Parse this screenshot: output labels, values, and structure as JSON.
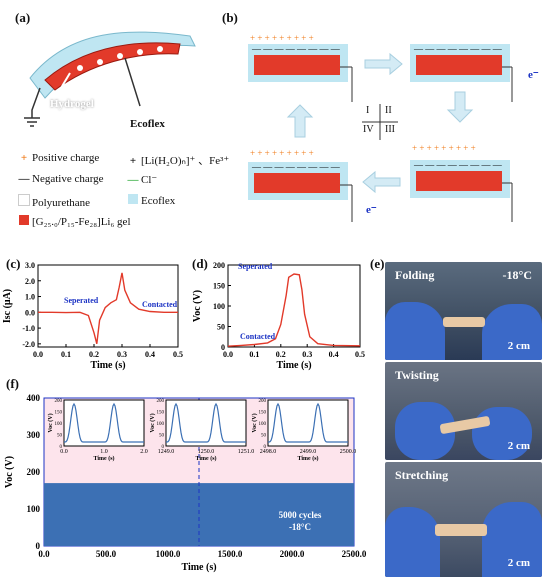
{
  "panels": {
    "a": "(a)",
    "b": "(b)",
    "c": "(c)",
    "d": "(d)",
    "e": "(e)",
    "f": "(f)"
  },
  "panel_a": {
    "hydrogel_label": "Hydrogel",
    "ecoflex_label": "Ecoflex"
  },
  "legend": {
    "positive_charge": "Positive charge",
    "complex_ion": "[Li(H₂O)ₙ]⁺ 、Fe³⁺",
    "negative_charge": "Negative charge",
    "chloride": "Cl⁻",
    "polyurethane": "Polyurethane",
    "ecoflex": "Ecoflex",
    "gel": "[G₂₅.₀/P₁₅-Fe₂₈]Li₆ gel",
    "colors": {
      "positive": "#f07a18",
      "chloride": "#2eaa3a",
      "gel": "#e23a2a",
      "ecoflex": "#bfe6f2"
    }
  },
  "panel_b": {
    "electron": "e⁻",
    "quadrants": [
      "I",
      "II",
      "IV",
      "III"
    ]
  },
  "panel_e": {
    "labels": [
      "Folding",
      "Twisting",
      "Stretching"
    ],
    "temperature": "-18°C",
    "scale": "2 cm"
  },
  "chart_data": [
    {
      "type": "line",
      "panel": "c",
      "xlabel": "Time (s)",
      "ylabel": "Isc (μA)",
      "xlim": [
        0,
        0.5
      ],
      "ylim": [
        -2.2,
        3.0
      ],
      "xticks": [
        "0.0",
        "0.1",
        "0.2",
        "0.3",
        "0.4",
        "0.5"
      ],
      "yticks": [
        "-2.0",
        "-1.0",
        "0.0",
        "1.0",
        "2.0",
        "3.0"
      ],
      "annotations": [
        "Seperated",
        "Contacted"
      ],
      "series": [
        {
          "color": "#e23a2a",
          "points": [
            [
              0,
              0
            ],
            [
              0.05,
              0
            ],
            [
              0.1,
              -0.02
            ],
            [
              0.15,
              0
            ],
            [
              0.18,
              -0.2
            ],
            [
              0.2,
              -1.3
            ],
            [
              0.21,
              -2.0
            ],
            [
              0.22,
              -0.5
            ],
            [
              0.24,
              0.3
            ],
            [
              0.26,
              0.6
            ],
            [
              0.28,
              0.8
            ],
            [
              0.29,
              1.6
            ],
            [
              0.3,
              2.5
            ],
            [
              0.31,
              1.4
            ],
            [
              0.33,
              0.6
            ],
            [
              0.36,
              0.2
            ],
            [
              0.4,
              0.05
            ],
            [
              0.45,
              0
            ],
            [
              0.5,
              0
            ]
          ]
        }
      ]
    },
    {
      "type": "line",
      "panel": "d",
      "xlabel": "Time (s)",
      "ylabel": "Voc (V)",
      "xlim": [
        0,
        0.5
      ],
      "ylim": [
        0,
        200
      ],
      "xticks": [
        "0.0",
        "0.1",
        "0.2",
        "0.3",
        "0.4",
        "0.5"
      ],
      "yticks": [
        "0",
        "50",
        "100",
        "150",
        "200"
      ],
      "annotations": [
        "Seperated",
        "Contacted"
      ],
      "series": [
        {
          "color": "#e23a2a",
          "points": [
            [
              0,
              2
            ],
            [
              0.05,
              4
            ],
            [
              0.1,
              6
            ],
            [
              0.15,
              10
            ],
            [
              0.18,
              20
            ],
            [
              0.2,
              55
            ],
            [
              0.22,
              125
            ],
            [
              0.23,
              170
            ],
            [
              0.25,
              178
            ],
            [
              0.27,
              176
            ],
            [
              0.28,
              140
            ],
            [
              0.29,
              80
            ],
            [
              0.31,
              25
            ],
            [
              0.34,
              8
            ],
            [
              0.4,
              4
            ],
            [
              0.5,
              3
            ]
          ]
        }
      ]
    },
    {
      "type": "area",
      "panel": "f",
      "xlabel": "Time (s)",
      "ylabel": "Voc (V)",
      "xlim": [
        0,
        2500
      ],
      "ylim": [
        0,
        400
      ],
      "xticks": [
        "0.0",
        "500.0",
        "1000.0",
        "1500.0",
        "2000.0",
        "2500.0"
      ],
      "yticks": [
        "0",
        "100",
        "200",
        "300",
        "400"
      ],
      "annotation": "5000 cycles\n-18°C",
      "band_max": 170,
      "insets": [
        {
          "xticks": [
            "0.0",
            "1.0",
            "2.0"
          ],
          "yticks": [
            "0",
            "50",
            "100",
            "150",
            "200"
          ],
          "ylabel": "Voc (V)",
          "xlabel": "Time (s)"
        },
        {
          "xticks": [
            "1249.0",
            "1250.0",
            "1251.0"
          ],
          "yticks": [
            "0",
            "50",
            "100",
            "150",
            "200"
          ],
          "ylabel": "Voc (V)",
          "xlabel": "Time (s)"
        },
        {
          "xticks": [
            "2498.0",
            "2499.0",
            "2500.0"
          ],
          "yticks": [
            "0",
            "50",
            "100",
            "150",
            "200"
          ],
          "ylabel": "Voc (V)",
          "xlabel": "Time (s)"
        }
      ]
    }
  ]
}
